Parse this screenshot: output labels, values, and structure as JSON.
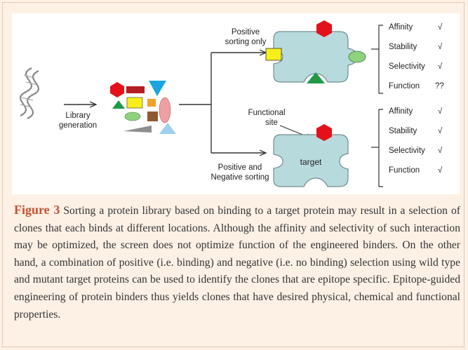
{
  "figure": {
    "labels": {
      "library_generation_line1": "Library",
      "library_generation_line2": "generation",
      "positive_only_line1": "Positive",
      "positive_only_line2": "sorting only",
      "functional_site_line1": "Functional",
      "functional_site_line2": "site",
      "target": "target",
      "pos_neg_line1": "Positive and",
      "pos_neg_line2": "Negative sorting"
    },
    "top_properties": [
      {
        "name": "Affinity",
        "mark": "√"
      },
      {
        "name": "Stability",
        "mark": "√"
      },
      {
        "name": "Selectivity",
        "mark": "√"
      },
      {
        "name": "Function",
        "mark": "??"
      }
    ],
    "bottom_properties": [
      {
        "name": "Affinity",
        "mark": "√"
      },
      {
        "name": "Stability",
        "mark": "√"
      },
      {
        "name": "Selectivity",
        "mark": "√"
      },
      {
        "name": "Function",
        "mark": "√"
      }
    ],
    "colors": {
      "target_fill": "#b7dadd",
      "target_stroke": "#6f8e92",
      "red": "#e4111b",
      "green": "#1f9a48",
      "yellow": "#f8ef1a",
      "light_green": "#8fd27e",
      "blue": "#1aa5df",
      "dark_red": "#b51c24",
      "pink": "#ee9fa2",
      "orange": "#f2a12a",
      "brown": "#8f5a32",
      "light_blue": "#9fd0ee",
      "gray": "#8e8e8e"
    }
  },
  "caption": {
    "figure_label": "Figure 3",
    "text": " Sorting a protein library based on binding to a target protein may result in a selection of clones that each binds at different locations. Although the affinity and selectivity of such interaction may be optimized, the screen does not optimize function of the engineered binders. On the other hand, a combination of positive (i.e. binding) and negative (i.e. no binding) selection using wild type and mutant target proteins can be used to identify the clones that are epitope specific. Epitope-guided engineering of protein binders thus yields clones that have desired physical, chemical and functional properties."
  }
}
